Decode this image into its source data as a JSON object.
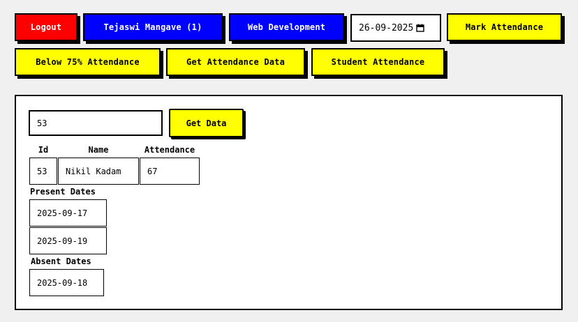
{
  "nav": {
    "logout": "Logout",
    "user": "Tejaswi Mangave (1)",
    "subject": "Web Development",
    "date": "26-09-2025",
    "mark_attendance": "Mark Attendance",
    "below_75": "Below 75% Attendance",
    "get_attendance_data": "Get Attendance Data",
    "student_attendance": "Student Attendance"
  },
  "search": {
    "value": "53",
    "button": "Get Data"
  },
  "table": {
    "headers": [
      "Id",
      "Name",
      "Attendance"
    ],
    "row": {
      "id": "53",
      "name": "Nikil Kadam",
      "attendance": "67"
    }
  },
  "present": {
    "label": "Present Dates",
    "dates": [
      "2025-09-17",
      "2025-09-19"
    ]
  },
  "absent": {
    "label": "Absent Dates",
    "dates": [
      "2025-09-18"
    ]
  },
  "colors": {
    "red": "#ff0000",
    "blue": "#0000ff",
    "yellow": "#ffff00"
  }
}
